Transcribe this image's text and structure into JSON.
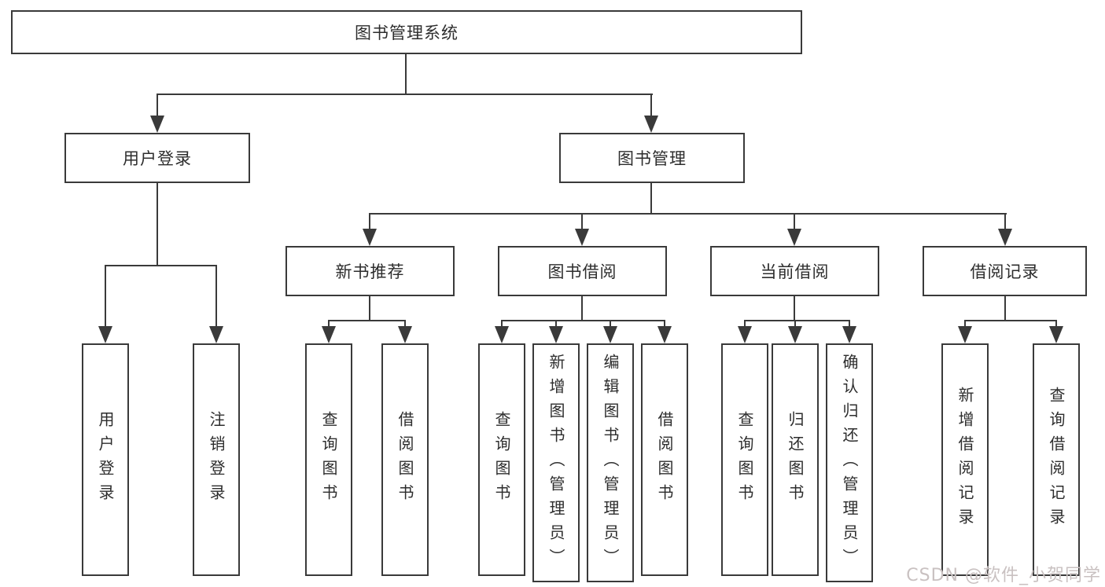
{
  "colors": {
    "line": "#3a3a3a",
    "text": "#2d2d2d",
    "background": "#ffffff",
    "watermark": "#c9c1c1"
  },
  "root": {
    "label": "图书管理系统"
  },
  "level2": {
    "user_login": {
      "label": "用户登录"
    },
    "book_mgmt": {
      "label": "图书管理"
    }
  },
  "level3": {
    "new_book": {
      "label": "新书推荐"
    },
    "book_borrow": {
      "label": "图书借阅"
    },
    "current_borrow": {
      "label": "当前借阅"
    },
    "borrow_records": {
      "label": "借阅记录"
    }
  },
  "leaves": {
    "user_login": {
      "label": "用户登录"
    },
    "user_logout": {
      "label": "注销登录"
    },
    "newbook_query": {
      "label": "查询图书"
    },
    "newbook_borrow": {
      "label": "借阅图书"
    },
    "borrow_query": {
      "label": "查询图书"
    },
    "borrow_add": {
      "label": "新增图书（管理员）"
    },
    "borrow_edit": {
      "label": "编辑图书（管理员）"
    },
    "borrow_borrow": {
      "label": "借阅图书"
    },
    "current_query": {
      "label": "查询图书"
    },
    "current_return": {
      "label": "归还图书"
    },
    "current_confirm": {
      "label": "确认归还（管理员）"
    },
    "records_add": {
      "label": "新增借阅记录"
    },
    "records_query": {
      "label": "查询借阅记录"
    }
  },
  "watermark": {
    "text": "CSDN @软件_小贺同学"
  }
}
